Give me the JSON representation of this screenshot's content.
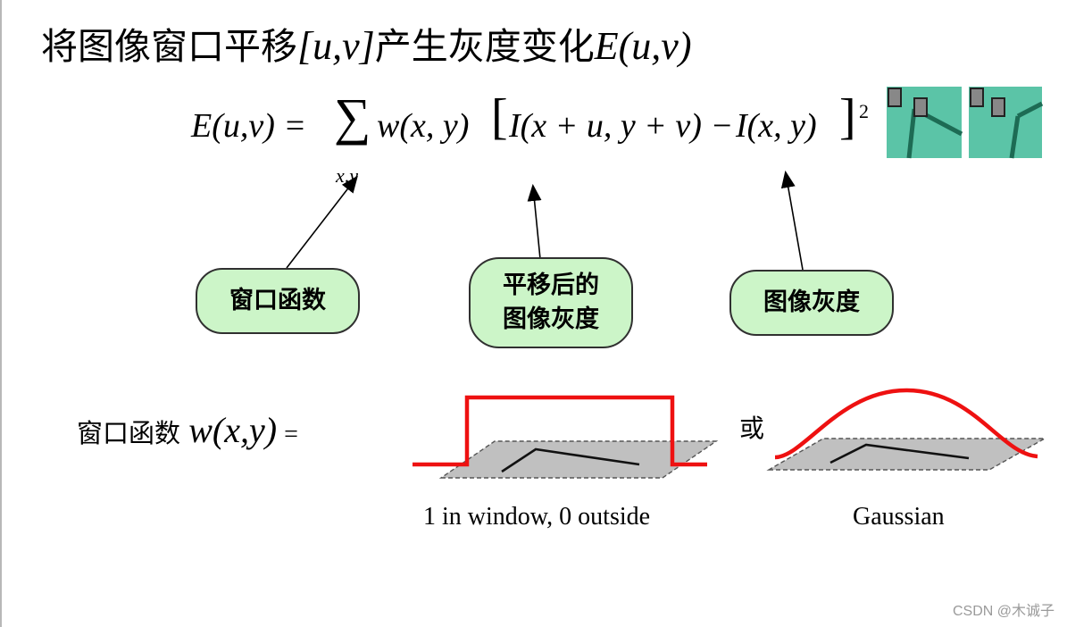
{
  "title": {
    "text": "将图像窗口平移",
    "shift": "[u,v]",
    "suffix": "产生灰度变化",
    "energy": "E(u,v)"
  },
  "formula": {
    "lhs": "E(u,v) =",
    "sum_symbol": "∑",
    "sum_sub": "x,y",
    "window": "w(x, y)",
    "shifted": "I(x + u, y + v)",
    "minus": "−",
    "original": "I(x, y)",
    "power": "2"
  },
  "bubbles": {
    "window_func": "窗口函数",
    "shifted_line1": "平移后的",
    "shifted_line2": "图像灰度",
    "intensity": "图像灰度"
  },
  "window_section": {
    "label": "窗口函数",
    "symbol": "w(x,y)",
    "equals": "=",
    "or": "或",
    "box_caption": "1 in window, 0 outside",
    "gauss_caption": "Gaussian"
  },
  "watermark": "CSDN @木诚子",
  "colors": {
    "bubble_fill": "#ccf5c8",
    "curve": "#ee1111",
    "patch_fill": "#5bc4a7",
    "plane_fill": "#c0c0c0"
  }
}
